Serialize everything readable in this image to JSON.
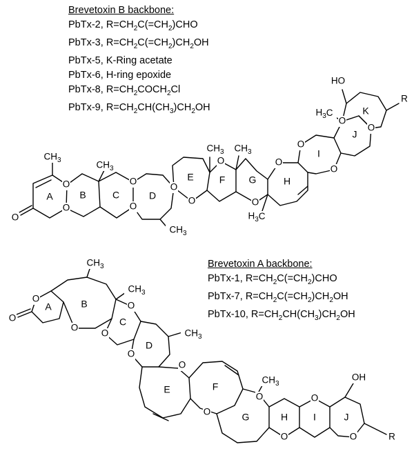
{
  "brevetoxin_b": {
    "heading": "Brevetoxin B backbone:",
    "entries": [
      {
        "name": "PbTx-2",
        "r_group": "R=CH2C(=CH2)CHO"
      },
      {
        "name": "PbTx-3",
        "r_group": "R=CH2C(=CH2)CH2OH"
      },
      {
        "name": "PbTx-5",
        "r_group": "K-Ring acetate"
      },
      {
        "name": "PbTx-6",
        "r_group": "H-ring epoxide"
      },
      {
        "name": "PbTx-8",
        "r_group": "R=CH2COCH2Cl"
      },
      {
        "name": "PbTx-9",
        "r_group": "R=CH2CH(CH3)CH2OH"
      }
    ],
    "ring_labels": [
      "A",
      "B",
      "C",
      "D",
      "E",
      "F",
      "G",
      "H",
      "I",
      "J",
      "K"
    ]
  },
  "brevetoxin_a": {
    "heading": "Brevetoxin A backbone:",
    "entries": [
      {
        "name": "PbTx-1",
        "r_group": "R=CH2C(=CH2)CHO"
      },
      {
        "name": "PbTx-7",
        "r_group": "R=CH2C(=CH2)CH2OH"
      },
      {
        "name": "PbTx-10",
        "r_group": "R=CH2CH(CH3)CH2OH"
      }
    ],
    "ring_labels": [
      "A",
      "B",
      "C",
      "D",
      "E",
      "F",
      "G",
      "H",
      "I",
      "J"
    ]
  },
  "atom_labels": {
    "oxygen": "O",
    "hydroxyl": "OH",
    "hydroxyl_left": "HO",
    "r_substituent": "R",
    "methyl": "CH3",
    "methyl_left": "H3C"
  }
}
